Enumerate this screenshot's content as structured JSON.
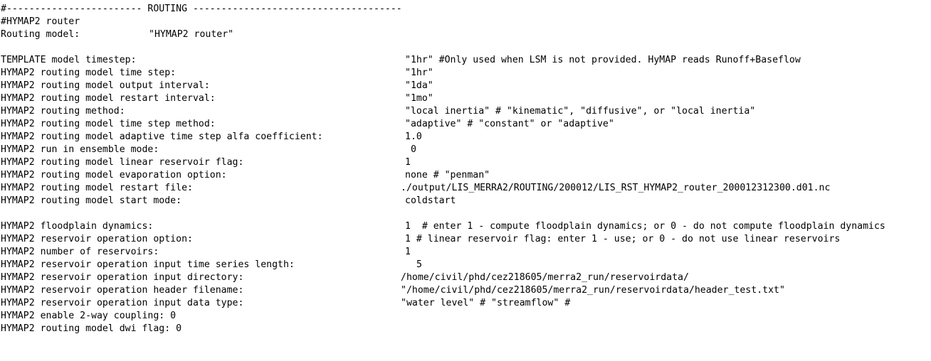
{
  "header_line": "#------------------------ ROUTING -------------------------------------",
  "comment_line": "#HYMAP2 router",
  "routing_model": {
    "key": "Routing model:",
    "value": "\"HYMAP2 router\""
  },
  "settings_a": [
    {
      "key": "TEMPLATE model timestep:",
      "value": "\"1hr\" #Only used when LSM is not provided. HyMAP reads Runoff+Baseflow"
    },
    {
      "key": "HYMAP2 routing model time step:",
      "value": "\"1hr\""
    },
    {
      "key": "HYMAP2 routing model output interval:",
      "value": "\"1da\""
    },
    {
      "key": "HYMAP2 routing model restart interval:",
      "value": "\"1mo\""
    },
    {
      "key": "HYMAP2 routing method:",
      "value": "\"local inertia\" # \"kinematic\", \"diffusive\", or \"local inertia\""
    },
    {
      "key": "HYMAP2 routing model time step method:",
      "value": "\"adaptive\" # \"constant\" or \"adaptive\""
    },
    {
      "key": "HYMAP2 routing model adaptive time step alfa coefficient:",
      "value": "1.0"
    },
    {
      "key": "HYMAP2 run in ensemble mode:",
      "value": "0"
    },
    {
      "key": "HYMAP2 routing model linear reservoir flag:",
      "value": "1"
    },
    {
      "key": "HYMAP2 routing model evaporation option:",
      "value": "none # \"penman\""
    },
    {
      "key": "HYMAP2 routing model restart file:",
      "value": "./output/LIS_MERRA2/ROUTING/200012/LIS_RST_HYMAP2_router_200012312300.d01.nc"
    },
    {
      "key": "HYMAP2 routing model start mode:",
      "value": "coldstart"
    }
  ],
  "settings_b": [
    {
      "key": "HYMAP2 floodplain dynamics:",
      "value": "1  # enter 1 - compute floodplain dynamics; or 0 - do not compute floodplain dynamics"
    },
    {
      "key": "HYMAP2 reservoir operation option:",
      "value": "1 # linear reservoir flag: enter 1 - use; or 0 - do not use linear reservoirs"
    },
    {
      "key": "HYMAP2 number of reservoirs:",
      "value": "1"
    },
    {
      "key": "HYMAP2 reservoir operation input time series length:",
      "value": "5"
    },
    {
      "key": "HYMAP2 reservoir operation input directory:",
      "value": "/home/civil/phd/cez218605/merra2_run/reservoirdata/"
    },
    {
      "key": "HYMAP2 reservoir operation header filename:",
      "value": "\"/home/civil/phd/cez218605/merra2_run/reservoirdata/header_test.txt\""
    },
    {
      "key": "HYMAP2 reservoir operation input data type:",
      "value": "\"water level\" # \"streamflow\" #"
    }
  ],
  "tail_lines": [
    "HYMAP2 enable 2-way coupling: 0",
    "HYMAP2 routing model dwi flag: 0"
  ]
}
